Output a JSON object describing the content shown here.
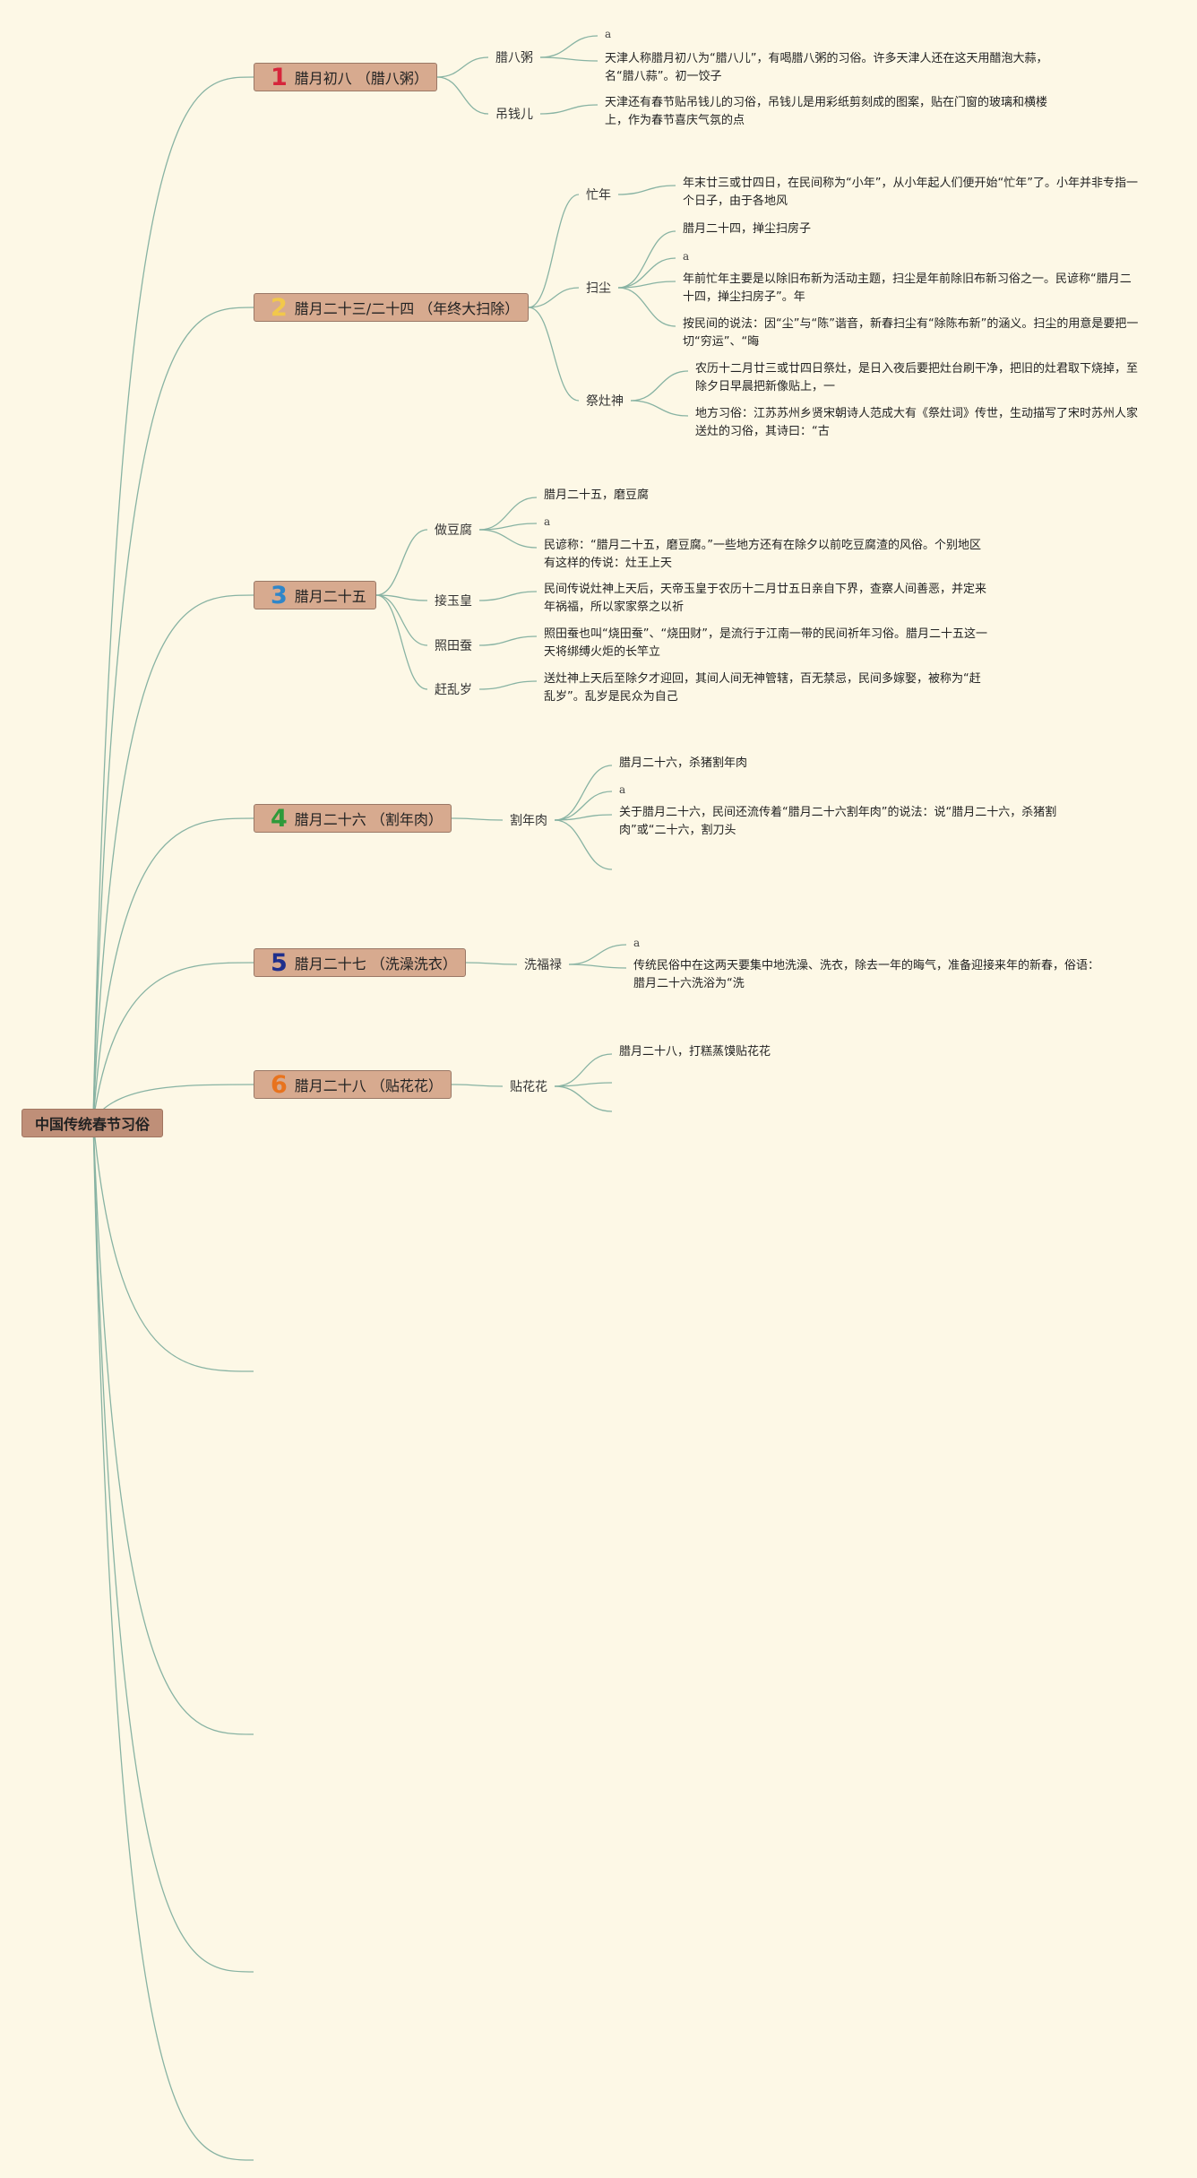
{
  "root": {
    "label": "中国传统春节习俗"
  },
  "branches": [
    {
      "num": "1",
      "color": "#d6263b",
      "label": "腊月初八 （腊八粥）",
      "subs": [
        {
          "label": "腊八粥",
          "leaves": [
            "a",
            "天津人称腊月初八为“腊八儿”，有喝腊八粥的习俗。许多天津人还在这天用醋泡大蒜，名“腊八蒜”。初一饺子"
          ]
        },
        {
          "label": "吊钱儿",
          "leaves": [
            "天津还有春节贴吊钱儿的习俗，吊钱儿是用彩纸剪刻成的图案，贴在门窗的玻璃和横楼上，作为春节喜庆气氛的点"
          ]
        }
      ]
    },
    {
      "num": "2",
      "color": "#f2c84b",
      "label": "腊月二十三/二十四 （年终大扫除）",
      "subs": [
        {
          "label": "忙年",
          "leaves": [
            "年末廿三或廿四日，在民间称为“小年”，从小年起人们便开始“忙年”了。小年并非专指一个日子，由于各地风"
          ]
        },
        {
          "label": "扫尘",
          "leaves": [
            "腊月二十四，掸尘扫房子",
            "a",
            "年前忙年主要是以除旧布新为活动主题，扫尘是年前除旧布新习俗之一。民谚称“腊月二十四，掸尘扫房子”。年",
            "按民间的说法：因“尘”与“陈”谐音，新春扫尘有“除陈布新”的涵义。扫尘的用意是要把一切“穷运”、“晦"
          ]
        },
        {
          "label": "祭灶神",
          "leaves": [
            "农历十二月廿三或廿四日祭灶，是日入夜后要把灶台刷干净，把旧的灶君取下烧掉，至除夕日早晨把新像贴上，一",
            "地方习俗：江苏苏州乡贤宋朝诗人范成大有《祭灶词》传世，生动描写了宋时苏州人家送灶的习俗，其诗曰：“古"
          ]
        }
      ]
    },
    {
      "num": "3",
      "color": "#2f86c9",
      "label": "腊月二十五",
      "subs": [
        {
          "label": "做豆腐",
          "leaves": [
            "腊月二十五，磨豆腐",
            "a",
            "民谚称：“腊月二十五，磨豆腐。”一些地方还有在除夕以前吃豆腐渣的风俗。个别地区有这样的传说：灶王上天"
          ]
        },
        {
          "label": "接玉皇",
          "leaves": [
            "民间传说灶神上天后，天帝玉皇于农历十二月廿五日亲自下界，查察人间善恶，并定来年祸福，所以家家祭之以祈"
          ]
        },
        {
          "label": "照田蚕",
          "leaves": [
            "照田蚕也叫“烧田蚕”、“烧田财”，是流行于江南一带的民间祈年习俗。腊月二十五这一天将绑缚火炬的长竿立"
          ]
        },
        {
          "label": "赶乱岁",
          "leaves": [
            "送灶神上天后至除夕才迎回，其间人间无神管辖，百无禁忌，民间多嫁娶，被称为“赶乱岁”。乱岁是民众为自己"
          ]
        }
      ]
    },
    {
      "num": "4",
      "color": "#2e9a3a",
      "label": "腊月二十六 （割年肉）",
      "subs": [
        {
          "label": "割年肉",
          "leaves": [
            "腊月二十六，杀猪割年肉",
            "a",
            "关于腊月二十六，民间还流传着“腊月二十六割年肉”的说法：说“腊月二十六，杀猪割肉”或“二十六，割刀头",
            ""
          ]
        }
      ]
    },
    {
      "num": "5",
      "color": "#1f2f8c",
      "label": "腊月二十七 （洗澡洗衣）",
      "subs": [
        {
          "label": "洗福禄",
          "leaves": [
            "a",
            "传统民俗中在这两天要集中地洗澡、洗衣，除去一年的晦气，准备迎接来年的新春，俗语：腊月二十六洗浴为“洗"
          ]
        }
      ]
    },
    {
      "num": "6",
      "color": "#e8731e",
      "label": "腊月二十八 （贴花花）",
      "subs": [
        {
          "label": "贴花花",
          "leaves": [
            "腊月二十八，打糕蒸馍贴花花",
            "",
            ""
          ]
        }
      ]
    }
  ]
}
